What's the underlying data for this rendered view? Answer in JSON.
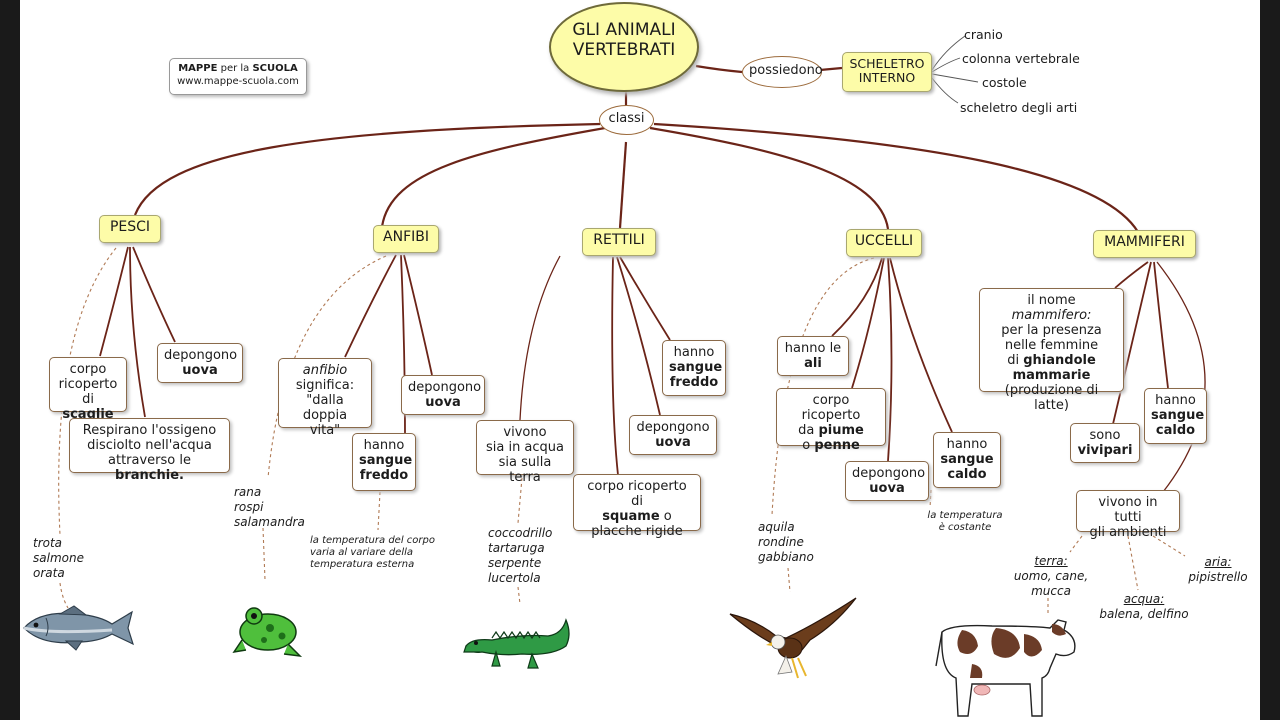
{
  "logo": {
    "line1_bold": "MAPPE",
    "line1_mid": "per la",
    "line1_bold2": "SCUOLA",
    "line2": "www.mappe-scuola.com"
  },
  "title": {
    "line1": "GLI ANIMALI",
    "line2": "VERTEBRATI"
  },
  "link_possiedono": "possiedono",
  "scheletro": {
    "line1": "SCHELETRO",
    "line2": "INTERNO"
  },
  "skeleton_parts": [
    "cranio",
    "colonna vertebrale",
    "costole",
    "scheletro degli arti"
  ],
  "link_classi": "classi",
  "classes": {
    "pesci": "PESCI",
    "anfibi": "ANFIBI",
    "rettili": "RETTILI",
    "uccelli": "UCCELLI",
    "mammiferi": "MAMMIFERI"
  },
  "pesci": {
    "corpo": {
      "l1": "corpo",
      "l2": "ricoperto",
      "l3a": "di",
      "l3b": "scaglie"
    },
    "uova": {
      "l1": "depongono",
      "l2": "uova"
    },
    "respirano": {
      "l1": "Respirano l'ossigeno",
      "l2": "disciolto nell'acqua",
      "l3a": "attraverso le",
      "l3b": "branchie."
    },
    "examples": {
      "l1": "trota",
      "l2": "salmone",
      "l3": "orata"
    }
  },
  "anfibi": {
    "significa": {
      "l1": "anfibio",
      "l2": "significa:",
      "l3": "\"dalla doppia",
      "l4": "vita\""
    },
    "uova": {
      "l1": "depongono",
      "l2": "uova"
    },
    "sangue": {
      "l1": "hanno",
      "l2": "sangue",
      "l3": "freddo"
    },
    "note": {
      "l1": "la temperatura del corpo",
      "l2": "varia al variare della",
      "l3": "temperatura esterna"
    },
    "examples": {
      "l1": "rana",
      "l2": "rospi",
      "l3": "salamandra"
    }
  },
  "rettili": {
    "vivono": {
      "l1": "vivono",
      "l2": "sia in acqua",
      "l3": "sia sulla terra"
    },
    "corpo": {
      "l1": "corpo ricoperto di",
      "l2a": "squame",
      "l2b": "o",
      "l3": "placche rigide"
    },
    "uova": {
      "l1": "depongono",
      "l2": "uova"
    },
    "sangue": {
      "l1": "hanno",
      "l2": "sangue",
      "l3": "freddo"
    },
    "examples": {
      "l1": "coccodrillo",
      "l2": "tartaruga",
      "l3": "serpente",
      "l4": "lucertola"
    }
  },
  "uccelli": {
    "ali": {
      "l1": "hanno le",
      "l2": "ali"
    },
    "corpo": {
      "l1": "corpo ricoperto",
      "l2a": "da",
      "l2b": "piume",
      "l3a": "o",
      "l3b": "penne"
    },
    "uova": {
      "l1": "depongono",
      "l2": "uova"
    },
    "sangue": {
      "l1": "hanno",
      "l2": "sangue",
      "l3": "caldo"
    },
    "note": {
      "l1": "la temperatura",
      "l2": "è costante"
    },
    "examples": {
      "l1": "aquila",
      "l2": "rondine",
      "l3": "gabbiano"
    }
  },
  "mammiferi": {
    "nome": {
      "l1a": "il nome",
      "l1b": "mammifero:",
      "l2": "per la presenza",
      "l3": "nelle femmine",
      "l4a": "di",
      "l4b": "ghiandole",
      "l5": "mammarie",
      "l6": "(produzione di latte)"
    },
    "vivipari": {
      "l1": "sono",
      "l2": "vivipari"
    },
    "sangue": {
      "l1": "hanno",
      "l2": "sangue",
      "l3": "caldo"
    },
    "ambienti": {
      "l1": "vivono in tutti",
      "l2": "gli ambienti"
    },
    "terra": {
      "label": "terra:",
      "l1": "uomo, cane,",
      "l2": "mucca"
    },
    "acqua": {
      "label": "acqua:",
      "l1": "balena, delfino"
    },
    "aria": {
      "label": "aria:",
      "l1": "pipistrello"
    }
  },
  "colors": {
    "link": "#6b2418",
    "node_fill": "#fdfca8",
    "dashed": "#b07a55"
  }
}
